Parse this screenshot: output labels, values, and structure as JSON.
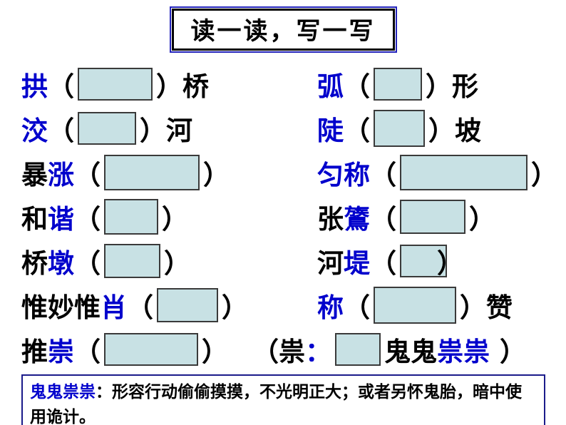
{
  "title": "读一读，写一写",
  "rows": [
    {
      "l": [
        "拱",
        "（",
        "）",
        "桥"
      ],
      "r": [
        "弧",
        "（",
        "）",
        "形"
      ]
    },
    {
      "l": [
        "洨",
        "（",
        "）",
        "河"
      ],
      "r": [
        "陡",
        "（",
        "）",
        "坡"
      ]
    },
    {
      "l": [
        "暴",
        "涨",
        "（",
        "）"
      ],
      "r": [
        "匀称",
        "（",
        "）"
      ]
    },
    {
      "l": [
        "和",
        "谐",
        "（",
        "）"
      ],
      "r": [
        "张",
        "鷟",
        "（",
        "）"
      ]
    },
    {
      "l": [
        "桥",
        "墩",
        "（",
        "）"
      ],
      "r": [
        "河",
        "堤",
        "（",
        "）"
      ]
    },
    {
      "l": [
        "惟妙惟",
        "肖",
        "（",
        "）"
      ],
      "r": [
        "称",
        "（",
        "）",
        "赞"
      ]
    },
    {
      "l": [
        "推",
        "崇",
        "（",
        "）"
      ],
      "r": [
        "（祟",
        "：",
        "鬼鬼",
        "祟祟",
        "）"
      ]
    }
  ],
  "note": {
    "term": "鬼鬼祟祟",
    "text": "：形容行动偷偷摸摸，不光明正大；或者另怀鬼胎，暗中使用诡计。"
  },
  "colors": {
    "accent_blue": "#0000cc",
    "box_fill": "#c8e1e4",
    "box_border": "#3a3a3a",
    "title_border_outer": "#2323bb",
    "title_border_inner": "#000000",
    "note_border": "#1b1b8a"
  }
}
